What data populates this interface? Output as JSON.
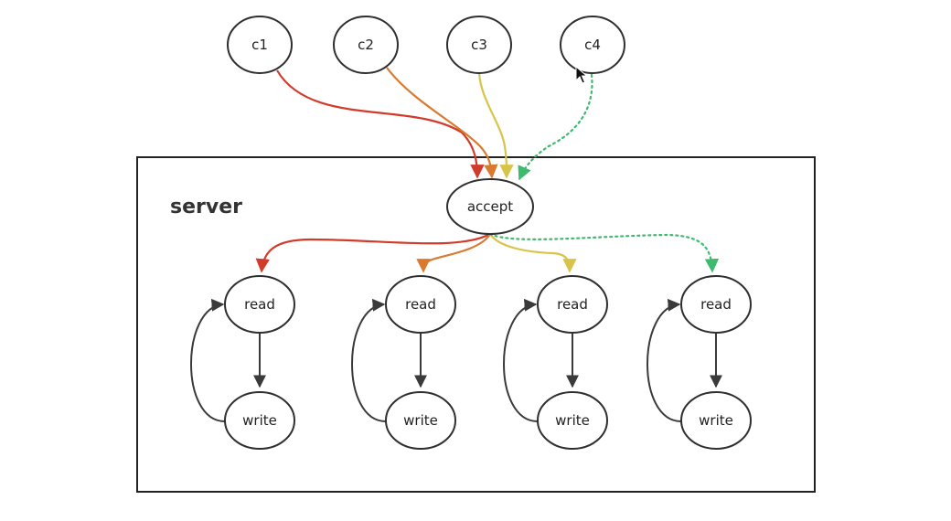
{
  "server": {
    "label": "server"
  },
  "clients": [
    {
      "label": "c1",
      "color": "#d23a2a",
      "dotted": false
    },
    {
      "label": "c2",
      "color": "#d97a2e",
      "dotted": false
    },
    {
      "label": "c3",
      "color": "#d9c44a",
      "dotted": false
    },
    {
      "label": "c4",
      "color": "#3dba6e",
      "dotted": true
    }
  ],
  "accept": {
    "label": "accept"
  },
  "workers": [
    {
      "read_label": "read",
      "write_label": "write",
      "color": "#d23a2a",
      "dotted": false
    },
    {
      "read_label": "read",
      "write_label": "write",
      "color": "#d97a2e",
      "dotted": false
    },
    {
      "read_label": "read",
      "write_label": "write",
      "color": "#d9c44a",
      "dotted": false
    },
    {
      "read_label": "read",
      "write_label": "write",
      "color": "#3dba6e",
      "dotted": true
    }
  ],
  "colors": {
    "stroke": "#2f2f2f",
    "loop": "#3a3a3a"
  }
}
